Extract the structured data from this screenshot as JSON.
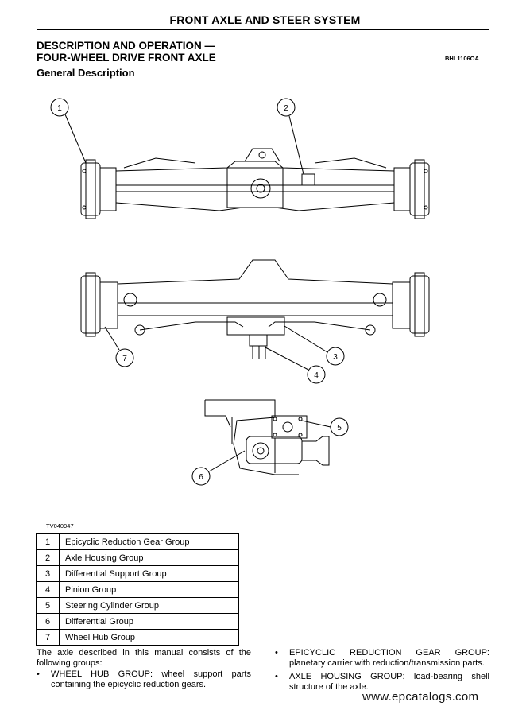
{
  "header": {
    "title": "FRONT AXLE AND STEER SYSTEM"
  },
  "section": {
    "title_line1": "DESCRIPTION AND OPERATION —",
    "title_line2": "FOUR-WHEEL DRIVE FRONT AXLE",
    "ref_code": "BHL1106OA",
    "subtitle": "General Description"
  },
  "figure": {
    "code": "TV040947",
    "callouts": [
      "1",
      "2",
      "3",
      "4",
      "5",
      "6",
      "7"
    ]
  },
  "parts": [
    {
      "num": "1",
      "name": "Epicyclic Reduction Gear Group"
    },
    {
      "num": "2",
      "name": "Axle Housing Group"
    },
    {
      "num": "3",
      "name": "Differential Support Group"
    },
    {
      "num": "4",
      "name": "Pinion Group"
    },
    {
      "num": "5",
      "name": "Steering Cylinder Group"
    },
    {
      "num": "6",
      "name": "Differential Group"
    },
    {
      "num": "7",
      "name": "Wheel Hub Group"
    }
  ],
  "body": {
    "intro": "The axle described in this manual consists of the following groups:",
    "bullet_char": "•",
    "left_bullets": [
      "WHEEL HUB GROUP: wheel support parts containing the epicyclic reduction gears."
    ],
    "right_bullets": [
      "EPICYCLIC REDUCTION GEAR GROUP: planetary carrier with reduction/transmission parts.",
      "AXLE HOUSING GROUP: load-bearing shell structure of the axle."
    ]
  },
  "watermark": "www.epcatalogs.com"
}
